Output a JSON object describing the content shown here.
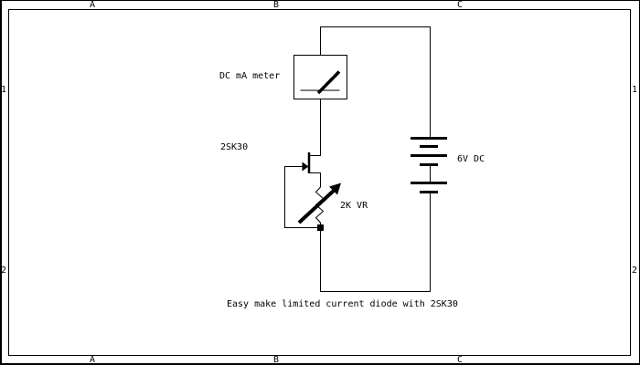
{
  "colors": {
    "ink": "#000000",
    "paper": "#ffffff"
  },
  "frame": {
    "top_labels": [
      "A",
      "B",
      "C"
    ],
    "bottom_labels": [
      "A",
      "B",
      "C"
    ],
    "left_labels": [
      "1",
      "2"
    ],
    "right_labels": [
      "1",
      "2"
    ]
  },
  "schematic": {
    "meter_label": "DC mA meter",
    "transistor_label": "2SK30",
    "vr_label": "2K VR",
    "battery_label": "6V DC",
    "caption": "Easy make limited current diode with 2SK30"
  },
  "symbols": {
    "meter": "dc-milliammeter",
    "transistor": "n-channel-jfet",
    "resistor": "variable-resistor-2k",
    "battery": "6v-dc-battery",
    "junction": "wire-junction-dot"
  }
}
